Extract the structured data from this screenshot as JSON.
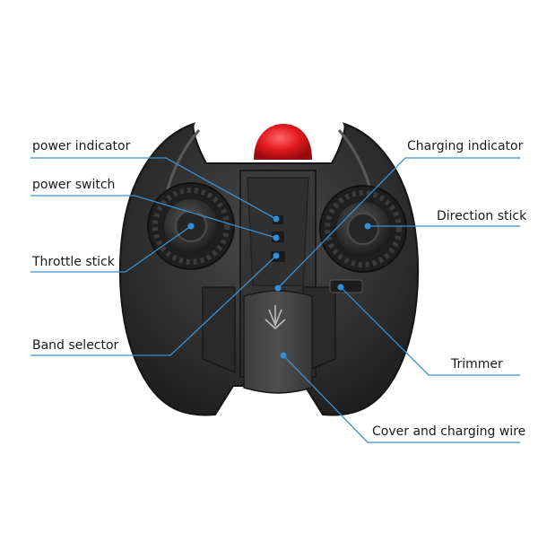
{
  "labels": {
    "power_indicator": "power indicator",
    "power_switch": "power switch",
    "throttle_stick": "Throttle stick",
    "band_selector": "Band selector",
    "charging_indicator": "Charging indicator",
    "direction_stick": "Direction stick",
    "trimmer": "Trimmer",
    "cover_and_charging_wire": "Cover and charging wire"
  },
  "colors": {
    "callout_line": "#3a8fd0",
    "callout_dot": "#2f8fdc",
    "body_dark": "#2a2a2a",
    "body_mid": "#3c3c3c",
    "antenna_red": "#d8161c"
  }
}
